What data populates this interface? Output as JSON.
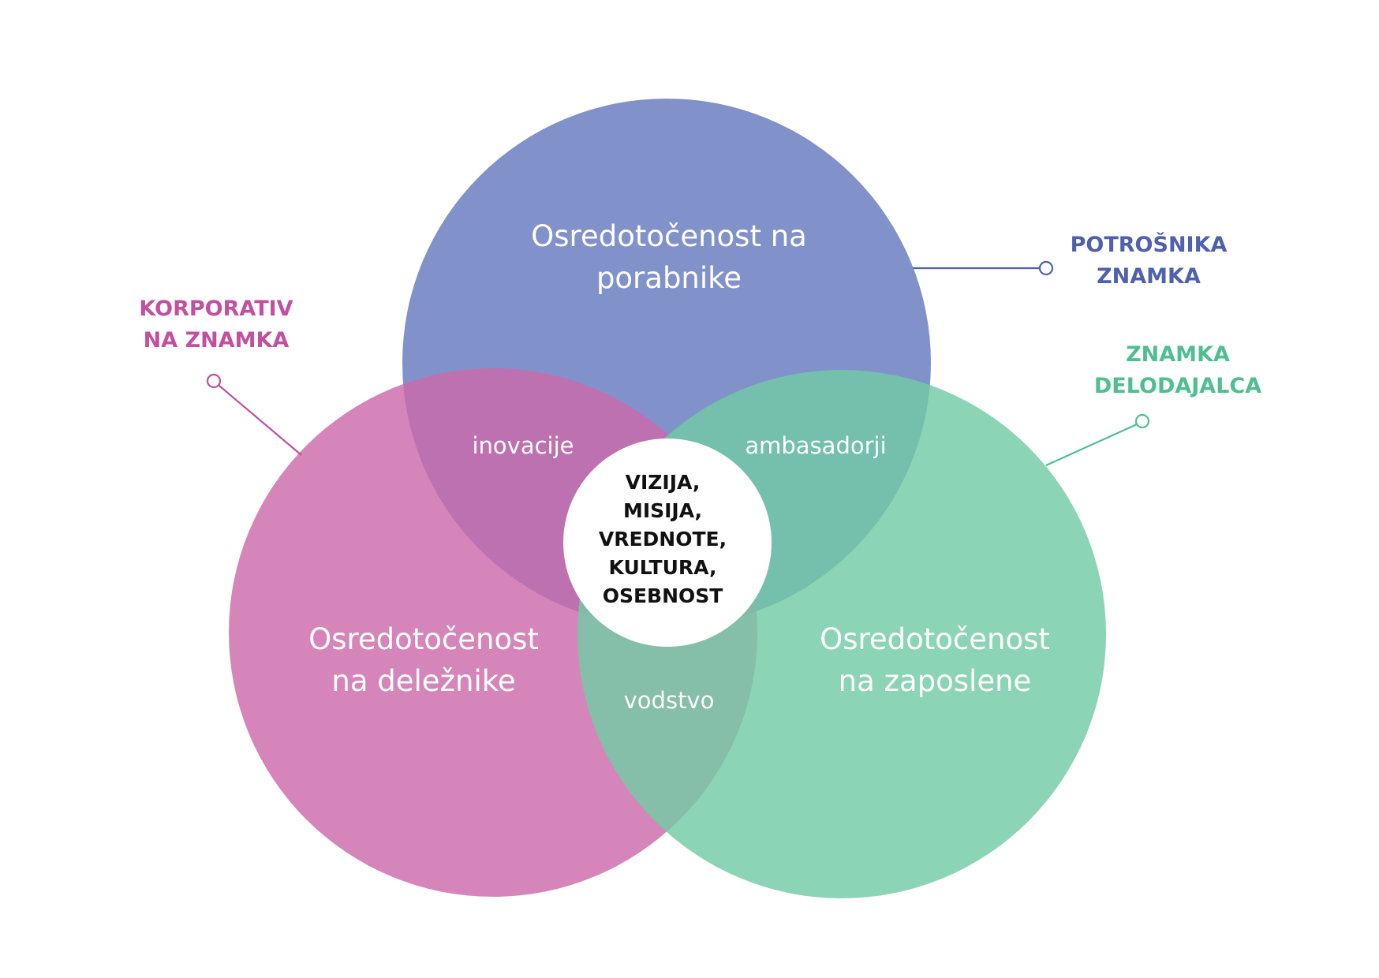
{
  "circles": {
    "top": {
      "lines": [
        "Osredotočenost na",
        "porabnike"
      ],
      "color": "#6f82c3"
    },
    "left": {
      "lines": [
        "Osredotočenost",
        "na deležnike"
      ],
      "color": "#cc6aaa"
    },
    "right": {
      "lines": [
        "Osredotočenost",
        "na zaposlene"
      ],
      "color": "#73cba6"
    }
  },
  "overlaps": {
    "top_left": "inovacije",
    "top_right": "ambasadorji",
    "bottom": "vodstvo"
  },
  "center": {
    "lines": [
      "VIZIJA,",
      "MISIJA,",
      "VREDNOTE,",
      "KULTURA,",
      "OSEBNOST"
    ]
  },
  "callouts": {
    "corporate": {
      "lines": [
        "KORPORATIV",
        "NA ZNAMKA"
      ],
      "color": "#c24f9f"
    },
    "consumer": {
      "lines": [
        "POTROŠNIKA",
        "ZNAMKA"
      ],
      "color": "#4e60ae"
    },
    "employer": {
      "lines": [
        "ZNAMKA",
        "DELODAJALCA"
      ],
      "color": "#4fbf8f"
    }
  }
}
